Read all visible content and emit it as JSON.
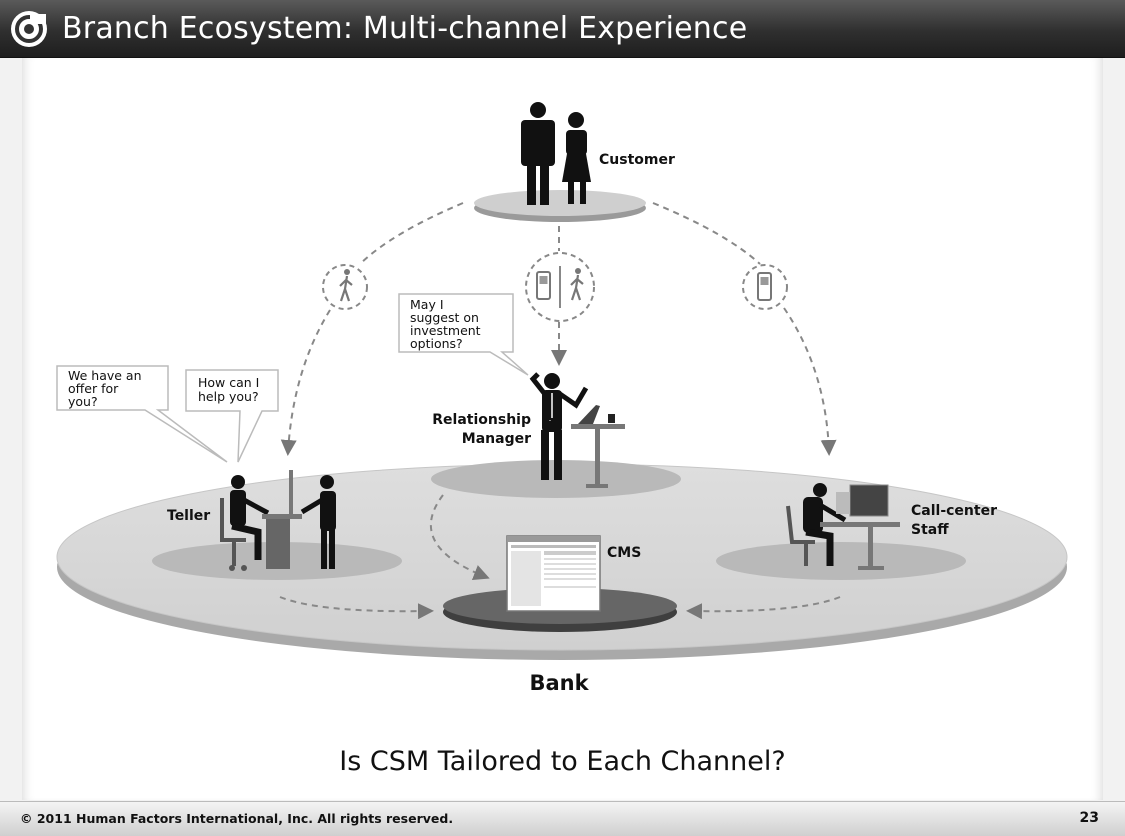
{
  "header": {
    "title": "Branch Ecosystem: Multi-channel Experience"
  },
  "diagram": {
    "nodes": {
      "customer": "Customer",
      "relationship_manager_line1": "Relationship",
      "relationship_manager_line2": "Manager",
      "teller": "Teller",
      "call_center_line1": "Call-center",
      "call_center_line2": "Staff",
      "cms": "CMS",
      "bank": "Bank"
    },
    "speech_bubbles": {
      "rm": [
        "May I",
        "suggest on",
        "investment",
        "options?"
      ],
      "teller_offer": [
        "We have an",
        "offer for",
        "you?"
      ],
      "teller_help": [
        "How can I",
        "help you?"
      ]
    },
    "channel_icons": [
      "walk-in-person-icon",
      "mobile-phone-icon",
      "mobile-phone-icon"
    ]
  },
  "question": "Is CSM Tailored to Each Channel?",
  "footer": {
    "copyright": "© 2011 Human Factors International, Inc. All rights reserved.",
    "page_number": "23"
  }
}
